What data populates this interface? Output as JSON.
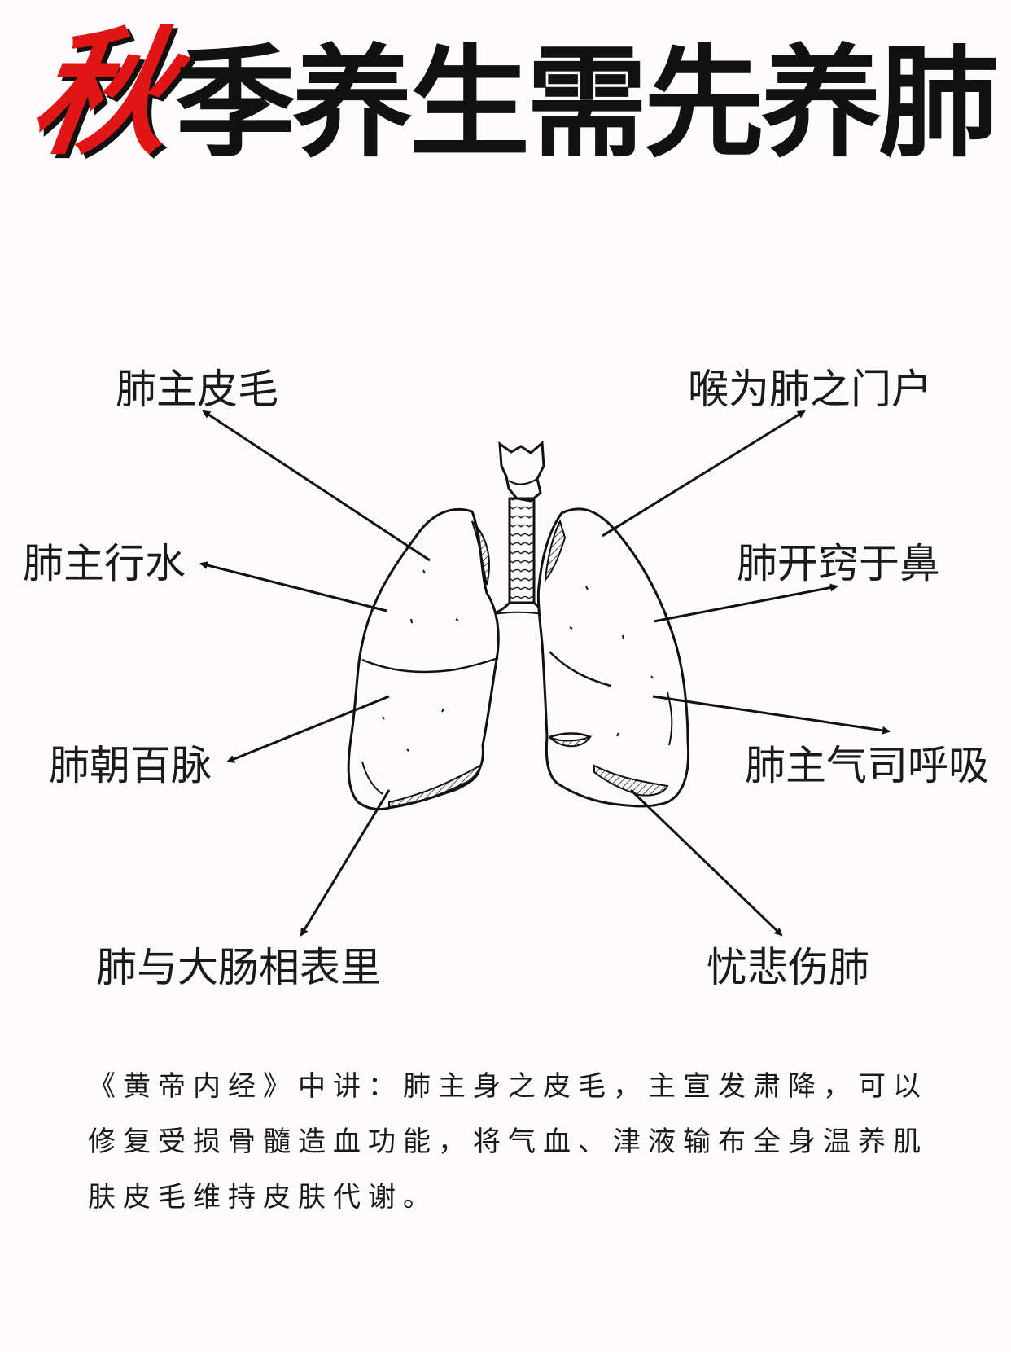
{
  "title": {
    "first_char": "秋",
    "rest": "季养生需先养肺"
  },
  "labels": {
    "skin_hair": "肺主皮毛",
    "throat_gate": "喉为肺之门户",
    "water": "肺主行水",
    "nose": "肺开窍于鼻",
    "vessels": "肺朝百脉",
    "breath": "肺主气司呼吸",
    "large_intestine": "肺与大肠相表里",
    "grief": "忧悲伤肺"
  },
  "description": "《黄帝内经》中讲：肺主身之皮毛，主宣发肃降，可以修复受损骨髓造血功能，将气血、津液输布全身温养肌肤皮毛维持皮肤代谢。"
}
